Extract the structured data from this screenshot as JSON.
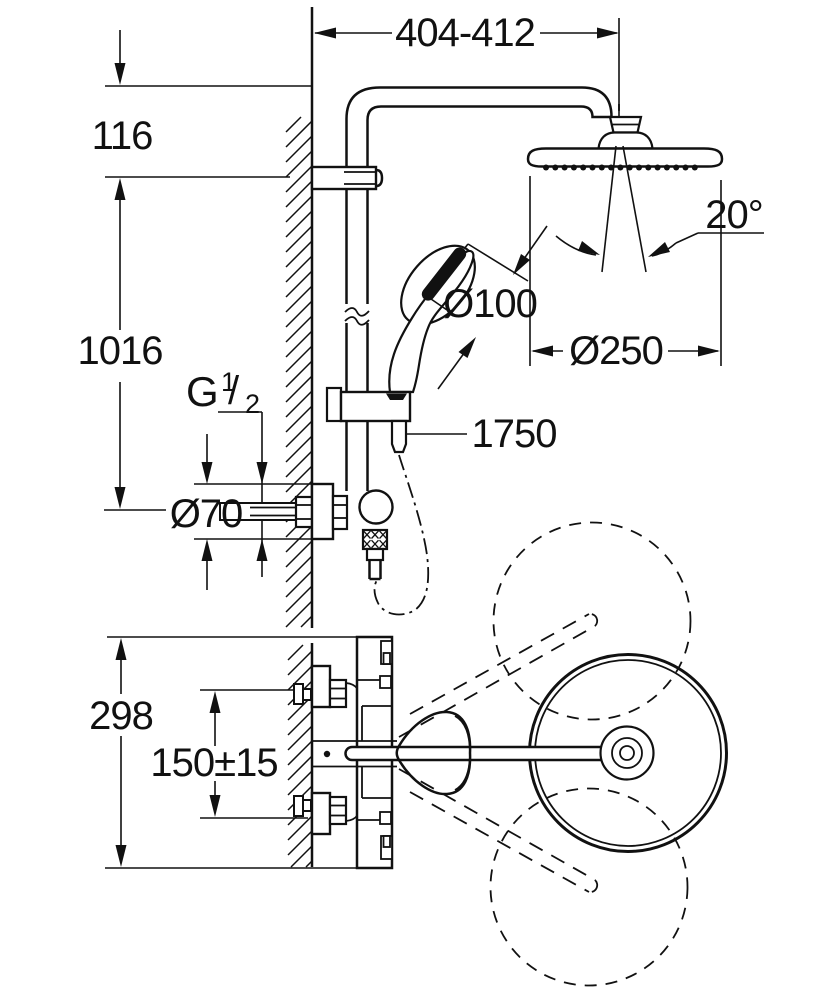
{
  "labels": {
    "span_top": "404-412",
    "head_drop": "116",
    "rail_height": "1016",
    "thread_letter": "G",
    "thread_numerator": "1",
    "thread_slash": "/",
    "thread_denominator": "2",
    "escutcheon_dia": "Ø70",
    "handshower_dia": "Ø100",
    "headshower_dia": "Ø250",
    "hose_length": "1750",
    "spray_angle": "20°",
    "body_height": "298",
    "inlet_spacing": "150±15"
  },
  "colors": {
    "ink": "#111111",
    "background": "#ffffff"
  }
}
